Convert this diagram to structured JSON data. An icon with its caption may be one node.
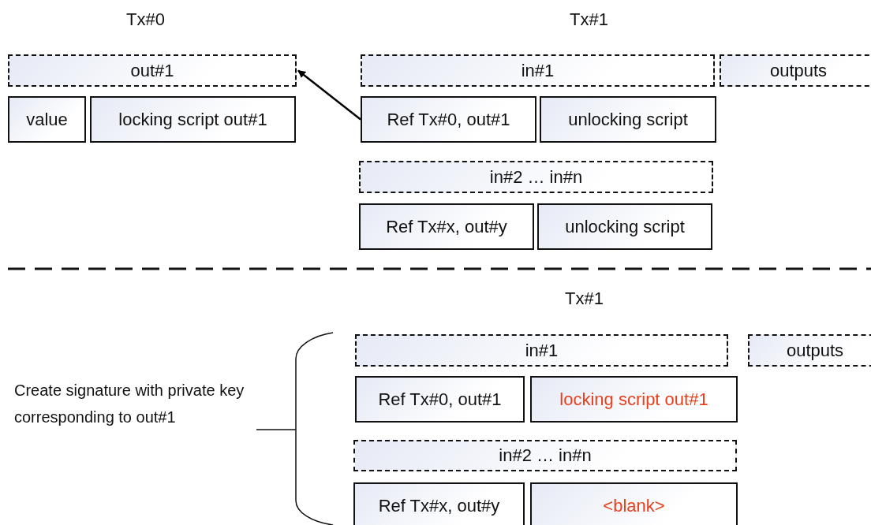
{
  "diagram": {
    "nodes": [
      {
        "text": [
          "out#1"
        ]
      },
      {
        "text": [
          "value"
        ]
      },
      {
        "text": [
          "locking script out#1"
        ]
      },
      {
        "text": [
          "in#1"
        ]
      },
      {
        "text": [
          "outputs"
        ]
      },
      {
        "text": [
          "Ref Tx#0, out#1"
        ]
      },
      {
        "text": [
          "unlocking script"
        ]
      },
      {
        "text": [
          "in#2 … in#n"
        ]
      },
      {
        "text": [
          "Ref Tx#x, out#y"
        ]
      },
      {
        "text": [
          "unlocking script"
        ]
      },
      {
        "text": [
          "in#1"
        ]
      },
      {
        "text": [
          "outputs"
        ]
      },
      {
        "text": [
          "Ref Tx#0, out#1"
        ]
      },
      {
        "text": [
          "locking script out#1"
        ]
      },
      {
        "text": [
          "in#2 … in#n"
        ]
      },
      {
        "text": [
          "Ref Tx#x, out#y"
        ]
      },
      {
        "text": [
          "<blank>"
        ]
      }
    ],
    "edges": [
      {
        "from": 5,
        "to": 0,
        "arrow": "to"
      }
    ],
    "labels": [
      "Tx#0",
      "Tx#1",
      "Tx#1",
      "Create signature with private key corresponding to out#1"
    ]
  }
}
